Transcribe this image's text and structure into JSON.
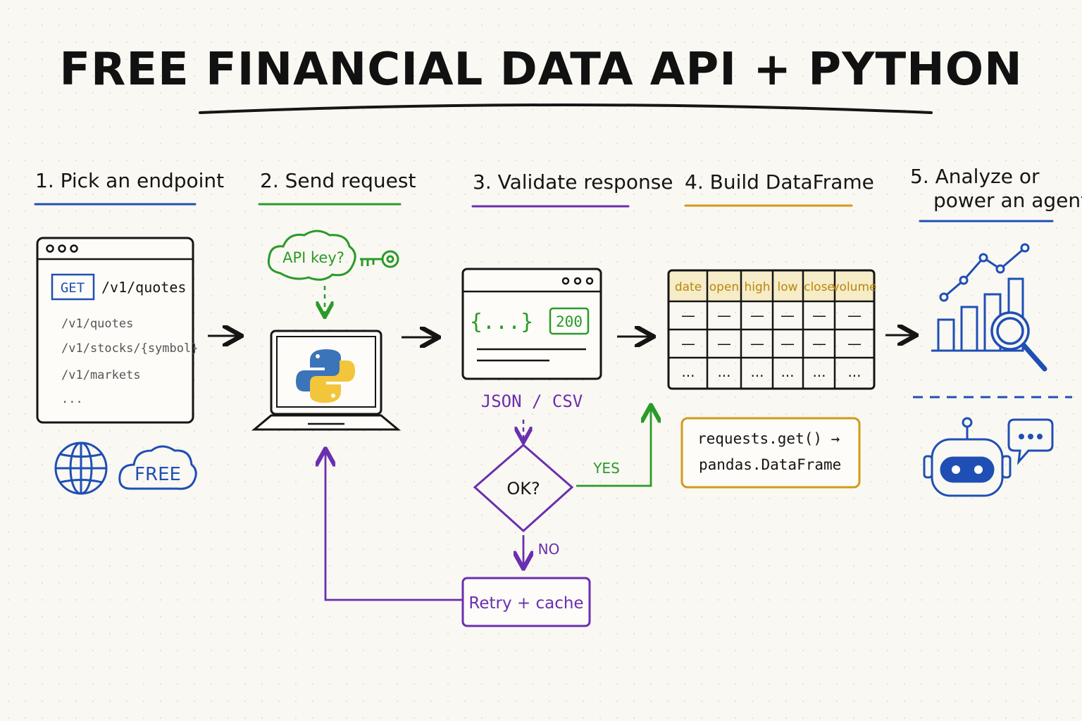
{
  "title": "FREE FINANCIAL DATA API + PYTHON",
  "steps": [
    {
      "label": "1. Pick an endpoint",
      "color": "#1f4fb5"
    },
    {
      "label": "2. Send request",
      "color": "#2a9a2a"
    },
    {
      "label": "3. Validate response",
      "color": "#6a2fb0"
    },
    {
      "label": "4. Build DataFrame",
      "color": "#d19a1a"
    },
    {
      "label_line1": "5. Analyze or",
      "label_line2": "power an agent",
      "color": "#1f4fb5"
    }
  ],
  "endpoint_card": {
    "method": "GET",
    "selected": "/v1/quotes",
    "list": [
      "/v1/quotes",
      "/v1/stocks/{symbol}",
      "/v1/markets",
      "..."
    ],
    "badge": "FREE",
    "icons": [
      "browser-window-icon",
      "globe-icon",
      "cloud-icon"
    ]
  },
  "request": {
    "bubble": "API key?",
    "icons": [
      "key-icon",
      "laptop-icon",
      "python-logo-icon"
    ]
  },
  "response": {
    "json_braces": "{...}",
    "status_code": "200",
    "format": "JSON / CSV",
    "decision": "OK?",
    "yes_label": "YES",
    "no_label": "NO",
    "retry": "Retry + cache"
  },
  "dataframe": {
    "columns": [
      "date",
      "open",
      "high",
      "low",
      "close",
      "volume"
    ],
    "rows": [
      [
        "—",
        "—",
        "—",
        "—",
        "—",
        "—"
      ],
      [
        "—",
        "—",
        "—",
        "—",
        "—",
        "—"
      ],
      [
        "...",
        "...",
        "...",
        "...",
        "...",
        "..."
      ]
    ],
    "code_line1": "requests.get() →",
    "code_line2": "pandas.DataFrame"
  },
  "analyze": {
    "icons": [
      "bar-line-chart-icon",
      "magnifier-icon",
      "robot-icon",
      "chat-bubble-icon"
    ]
  },
  "colors": {
    "blue": "#1f4fb5",
    "green": "#2a9a2a",
    "purple": "#6a2fb0",
    "gold": "#d19a1a",
    "ink": "#151515",
    "python_blue": "#3b74b8",
    "python_yellow": "#f2c53a"
  }
}
